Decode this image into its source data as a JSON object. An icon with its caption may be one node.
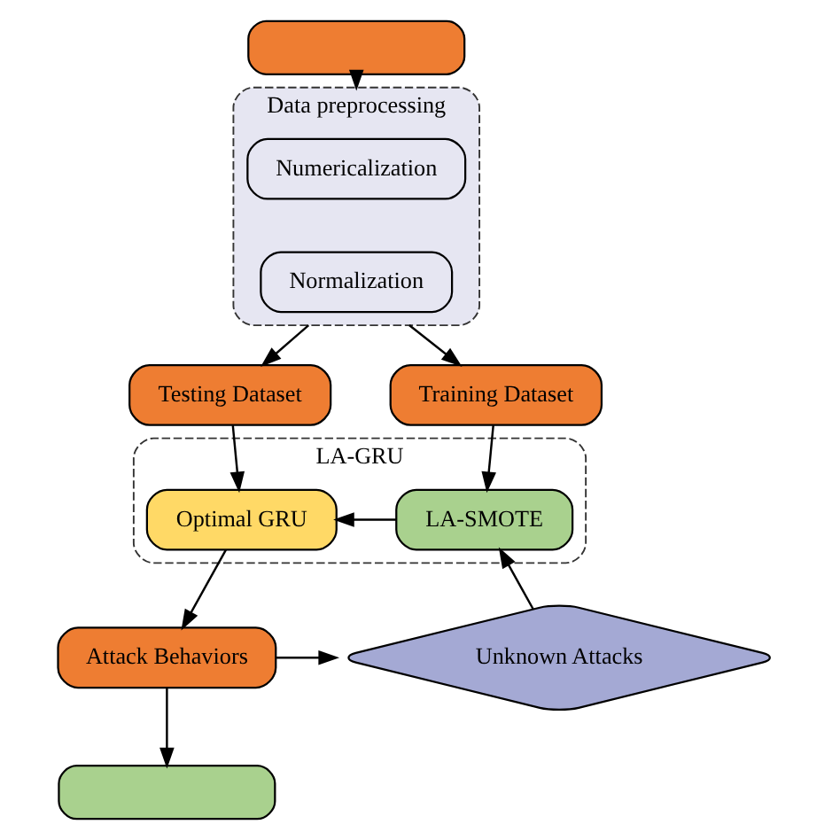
{
  "diagram": {
    "nodes": [
      {
        "text": [],
        "shape": "box"
      },
      {
        "text": [
          "Data preprocessing"
        ]
      },
      {
        "text": [
          "Numericalization"
        ],
        "in": 1
      },
      {
        "text": [
          "Normalization"
        ],
        "in": 1
      },
      {
        "text": [
          "Training Dataset"
        ]
      },
      {
        "text": [
          "Testing Dataset"
        ]
      },
      {
        "text": [
          "LA-GRU"
        ]
      },
      {
        "text": [
          "Optimal GRU"
        ],
        "in": 6
      },
      {
        "text": [
          "LA-SMOTE"
        ],
        "in": 6
      },
      {
        "text": [
          "Attack Behaviors"
        ]
      },
      {
        "text": [
          "Unknown Attacks"
        ]
      },
      {
        "text": [],
        "shape": "box"
      }
    ],
    "edges": [
      {
        "from": 0,
        "to": 1,
        "arrow": "to"
      },
      {
        "from": 1,
        "to": 4,
        "arrow": "to"
      },
      {
        "from": 1,
        "to": 5,
        "arrow": "to"
      },
      {
        "from": 5,
        "to": 7,
        "arrow": "to"
      },
      {
        "from": 4,
        "to": 8,
        "arrow": "to"
      },
      {
        "from": 8,
        "to": 7,
        "arrow": "to"
      },
      {
        "from": 7,
        "to": 9,
        "arrow": "to"
      },
      {
        "from": 9,
        "to": 10,
        "arrow": "to"
      },
      {
        "from": 10,
        "to": 8,
        "arrow": "to"
      },
      {
        "from": 9,
        "to": 11,
        "arrow": "to"
      }
    ]
  }
}
